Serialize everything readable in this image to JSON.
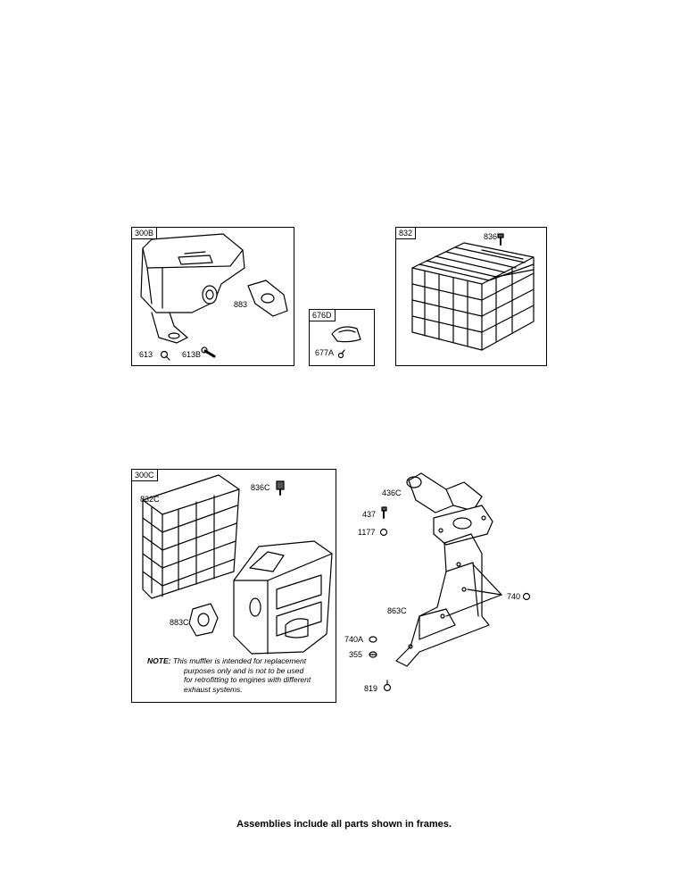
{
  "frames": {
    "f300B": "300B",
    "f676D": "676D",
    "f832": "832",
    "f300C": "300C"
  },
  "labels": {
    "l883": "883",
    "l613": "613",
    "l613B": "613B",
    "l677A": "677A",
    "l836": "836",
    "l836C": "836C",
    "l832C": "832C",
    "l883C": "883C",
    "l436C": "436C",
    "l437": "437",
    "l1177": "1177",
    "l740": "740",
    "l863C": "863C",
    "l740A": "740A",
    "l355": "355",
    "l819": "819"
  },
  "note": {
    "key": "NOTE:",
    "line1": "This muffler is intended for replacement",
    "line2": "purposes only and is not to be used",
    "line3": "for retrofitting to engines with different",
    "line4": "exhaust systems."
  },
  "footer": "Assemblies include all parts shown in frames."
}
